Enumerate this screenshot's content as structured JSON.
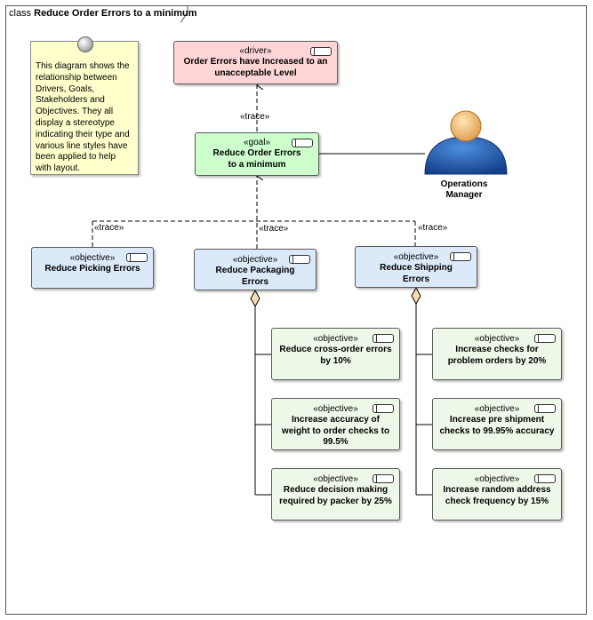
{
  "frame": {
    "prefix": "class",
    "title": "Reduce Order Errors to a minimum"
  },
  "note": {
    "text": "This diagram shows the relationship between Drivers, Goals, Stakeholders and Objectives. They all display a stereotype indicating their type and various line styles have been applied to help with layout."
  },
  "driver": {
    "stereotype": "«driver»",
    "name": "Order Errors have Increased to an unacceptable Level",
    "color": "#ffd5d5"
  },
  "goal": {
    "stereotype": "«goal»",
    "name": "Reduce Order Errors to a minimum",
    "color": "#ccffcc"
  },
  "stakeholder": {
    "name": "Operations Manager",
    "color": "#1f5fb8"
  },
  "objectives": {
    "picking": {
      "stereotype": "«objective»",
      "name": "Reduce Picking Errors"
    },
    "packaging": {
      "stereotype": "«objective»",
      "name": "Reduce Packaging Errors"
    },
    "shipping": {
      "stereotype": "«objective»",
      "name": "Reduce Shipping Errors"
    },
    "color": "#dbe9f9"
  },
  "sub_objectives": {
    "color": "#eef8e8",
    "packaging": [
      {
        "stereotype": "«objective»",
        "name": "Reduce cross-order errors by 10%"
      },
      {
        "stereotype": "«objective»",
        "name": "Increase accuracy of weight to order checks to 99.5%"
      },
      {
        "stereotype": "«objective»",
        "name": "Reduce decision making required by packer by 25%"
      }
    ],
    "shipping": [
      {
        "stereotype": "«objective»",
        "name": "Increase checks for problem orders by 20%"
      },
      {
        "stereotype": "«objective»",
        "name": "Increase pre shipment checks to 99.95% accuracy"
      },
      {
        "stereotype": "«objective»",
        "name": "Increase random address check frequency by 15%"
      }
    ]
  },
  "connectors": {
    "trace_goal_driver": "«trace»",
    "trace_picking": "«trace»",
    "trace_packaging": "«trace»",
    "trace_shipping": "«trace»"
  }
}
